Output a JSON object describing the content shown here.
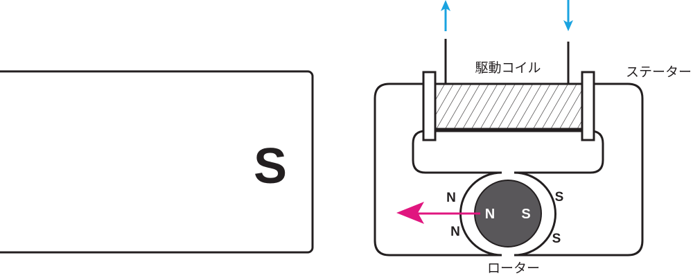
{
  "magnet": {
    "pole_label": "S"
  },
  "labels": {
    "coil": "駆動コイル",
    "stator": "ステーター",
    "rotor": "ローター"
  },
  "stator_poles": {
    "left_top": "N",
    "left_bottom": "N",
    "right_top": "S",
    "right_bottom": "S"
  },
  "rotor_poles": {
    "left": "N",
    "right": "S"
  },
  "colors": {
    "line": "#231f20",
    "rotor": "#59575a",
    "current_arrow": "#1aa3e0",
    "force_arrow": "#e0167f"
  }
}
